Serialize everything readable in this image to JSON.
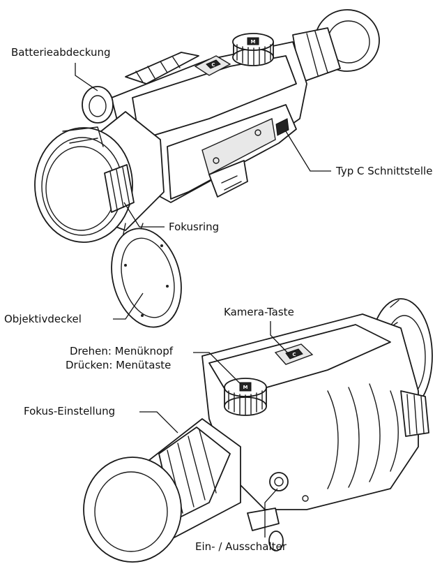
{
  "labels": {
    "battery_cover": "Batterieabdeckung",
    "type_c_port": "Typ C Schnittstelle",
    "focus_ring": "Fokusring",
    "lens_cap": "Objektivdeckel",
    "camera_button": "Kamera-Taste",
    "menu_knob_line1": "Drehen: Menüknopf",
    "menu_knob_line2": "Drücken: Menütaste",
    "focus_adjust": "Fokus-Einstellung",
    "power_switch": "Ein- / Ausschalter"
  },
  "icons": {
    "menu_knob_mark": "M",
    "camera_button_mark": "C"
  }
}
